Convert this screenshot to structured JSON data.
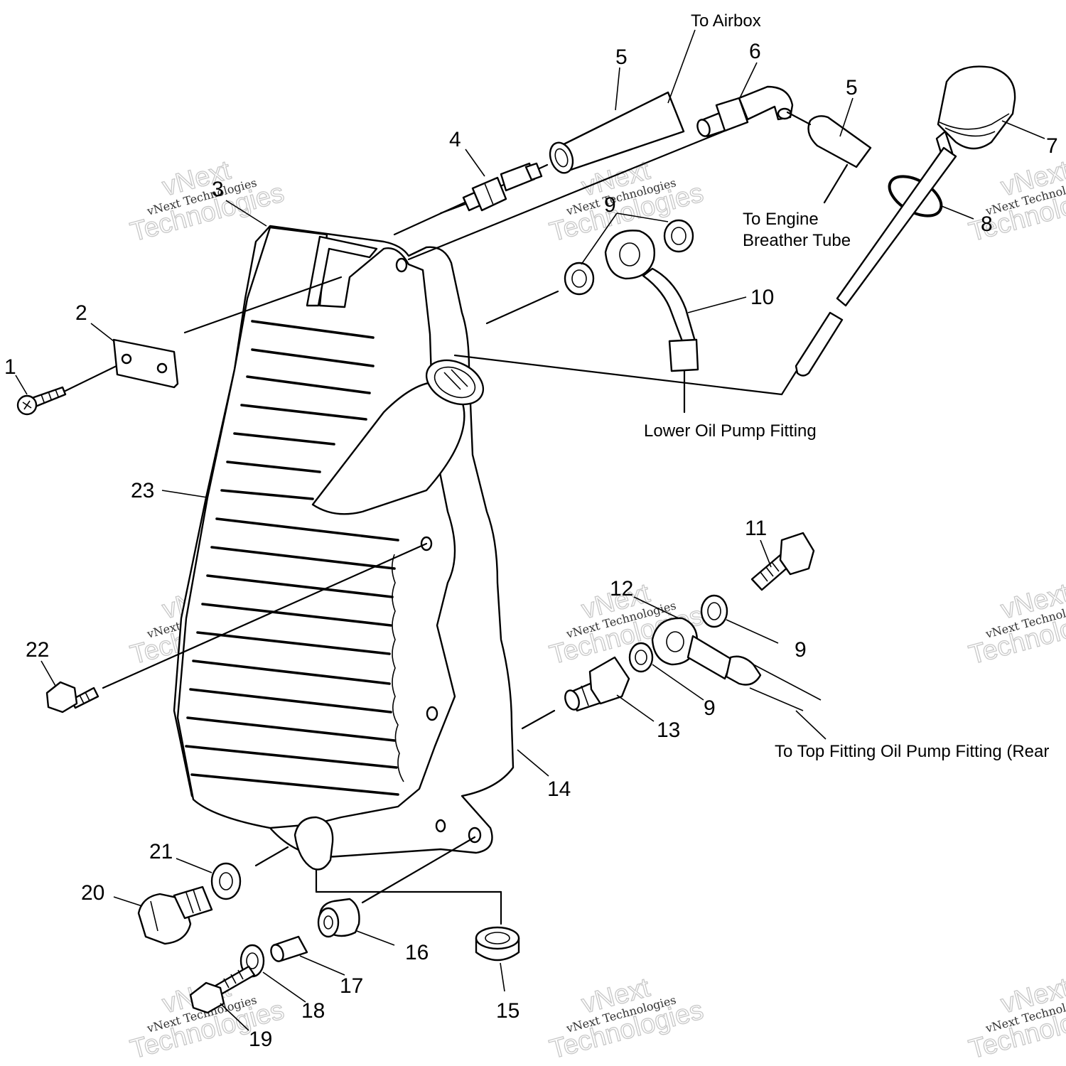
{
  "callouts": [
    "1",
    "2",
    "3",
    "4",
    "5",
    "5",
    "6",
    "7",
    "8",
    "9",
    "9",
    "9",
    "10",
    "11",
    "12",
    "13",
    "14",
    "15",
    "16",
    "17",
    "18",
    "19",
    "20",
    "21",
    "22",
    "23"
  ],
  "notes": {
    "to_airbox": "To Airbox",
    "to_engine_breather_1": "To Engine",
    "to_engine_breather_2": "Breather Tube",
    "lower_oil_pump": "Lower Oil Pump Fitting",
    "to_top_fitting": "To Top Fitting Oil Pump Fitting (Rear"
  },
  "watermark": {
    "small": "vNext Technologies",
    "big_1": "vNext",
    "big_2": "Technologies"
  }
}
